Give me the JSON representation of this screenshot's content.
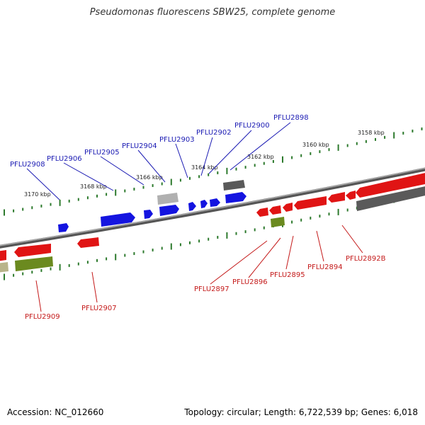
{
  "title": "Pseudomonas fluorescens SBW25, complete genome",
  "accession": "Accession: NC_012660",
  "summary": "Topology: circular; Length: 6,722,539 bp; Genes: 6,018",
  "colors": {
    "backbone": "#7a7a7a",
    "tick": "#2d7a2d",
    "forward_gene": "#1414e0",
    "reverse_gene": "#e01414",
    "grey_feature": "#5a5a5a",
    "light_grey_feature": "#b0b0b0",
    "olive_feature": "#6b8a1f",
    "top_label": "#1a1ab3",
    "bottom_label": "#c41a1a"
  },
  "kbp_labels": [
    "3158 kbp",
    "3160 kbp",
    "3162 kbp",
    "3164 kbp",
    "3166 kbp",
    "3168 kbp",
    "3170 kbp"
  ],
  "top_genes": [
    "PFLU2908",
    "PFLU2906",
    "PFLU2905",
    "PFLU2904",
    "PFLU2903",
    "PFLU2902",
    "PFLU2900",
    "PFLU2898"
  ],
  "bottom_genes": [
    "PFLU2909",
    "PFLU2907",
    "PFLU2897",
    "PFLU2896",
    "PFLU2895",
    "PFLU2894",
    "PFLU2892B"
  ]
}
